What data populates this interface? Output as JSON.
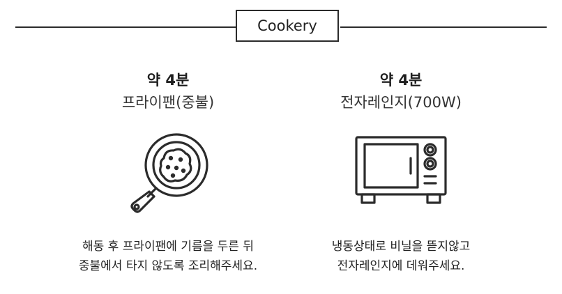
{
  "header": {
    "title": "Cookery"
  },
  "methods": [
    {
      "time": "약 4분",
      "name": "프라이팬(중불)",
      "icon": "frying-pan-icon",
      "desc_line1": "해동 후 프라이팬에 기름을 두른 뒤",
      "desc_line2": "중불에서 타지 않도록 조리해주세요."
    },
    {
      "time": "약 4분",
      "name": "전자레인지(700W)",
      "icon": "microwave-icon",
      "desc_line1": "냉동상태로 비닐을 뜯지않고",
      "desc_line2": "전자레인지에 데워주세요."
    }
  ],
  "colors": {
    "line": "#2b2b2b",
    "text": "#222222"
  }
}
